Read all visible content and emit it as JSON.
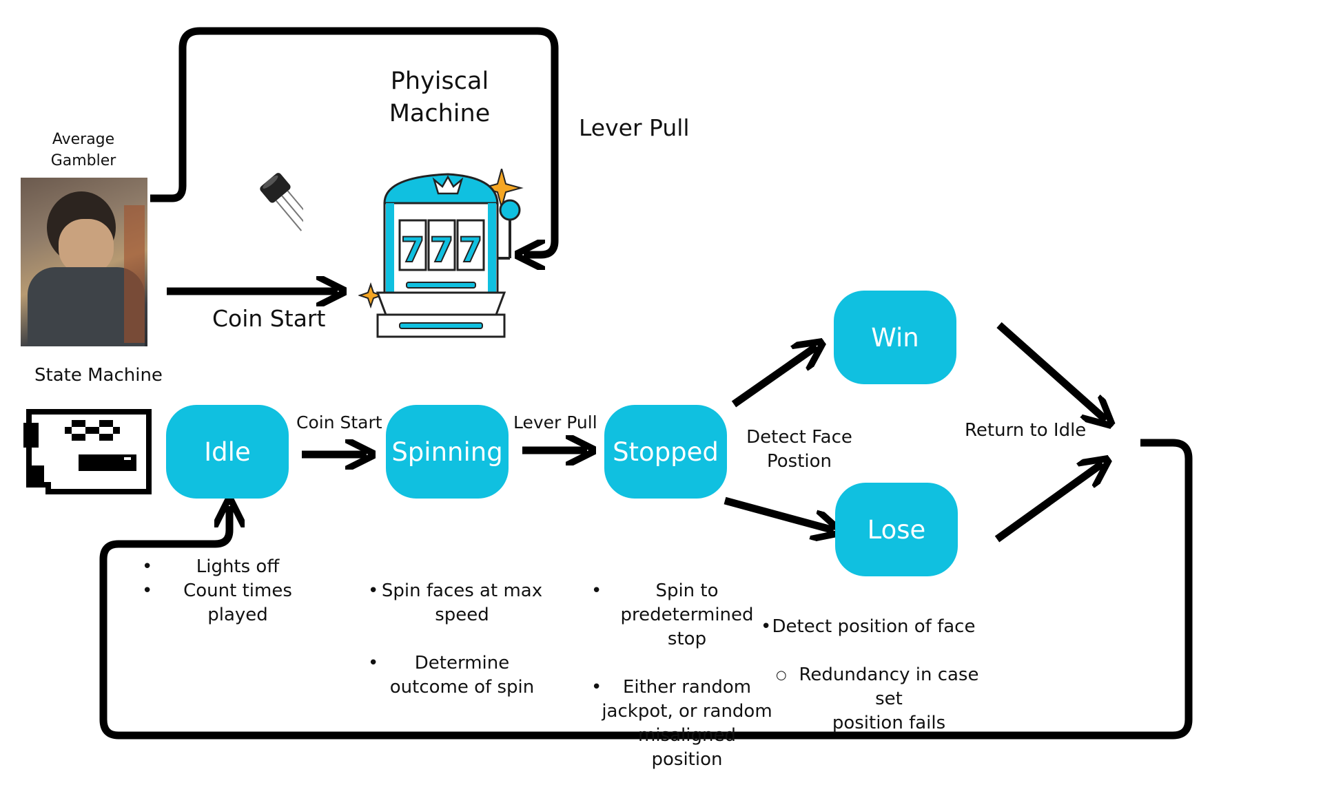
{
  "colors": {
    "state_fill": "#10c0e0",
    "arrow": "#000000",
    "accent": "#f5a623"
  },
  "gambler_label": "Average\nGambler",
  "machine_label": "Phyiscal\nMachine",
  "lever_pull_top": "Lever Pull",
  "coin_start_top": "Coin Start",
  "state_machine_label": "State Machine",
  "states": {
    "idle": "Idle",
    "spinning": "Spinning",
    "stopped": "Stopped",
    "win": "Win",
    "lose": "Lose"
  },
  "transitions": {
    "coin_start": "Coin Start",
    "lever_pull": "Lever Pull",
    "detect_face": "Detect Face\nPostion",
    "return_idle": "Return to Idle"
  },
  "notes": {
    "idle": [
      "Lights off",
      "Count times played"
    ],
    "spinning": [
      "Spin faces at max\nspeed",
      "Determine\noutcome of spin"
    ],
    "stopped": [
      "Spin to\npredetermined\nstop",
      "Either random\njackpot, or random\nmisaligned position"
    ],
    "lose_main": "Detect position of face",
    "lose_sub": "Redundancy in case set\nposition fails"
  },
  "icons": {
    "photo": "gambler-photo",
    "sensor": "ir-sensor-icon",
    "slot": "slot-machine-icon",
    "board": "microcontroller-board-icon"
  }
}
